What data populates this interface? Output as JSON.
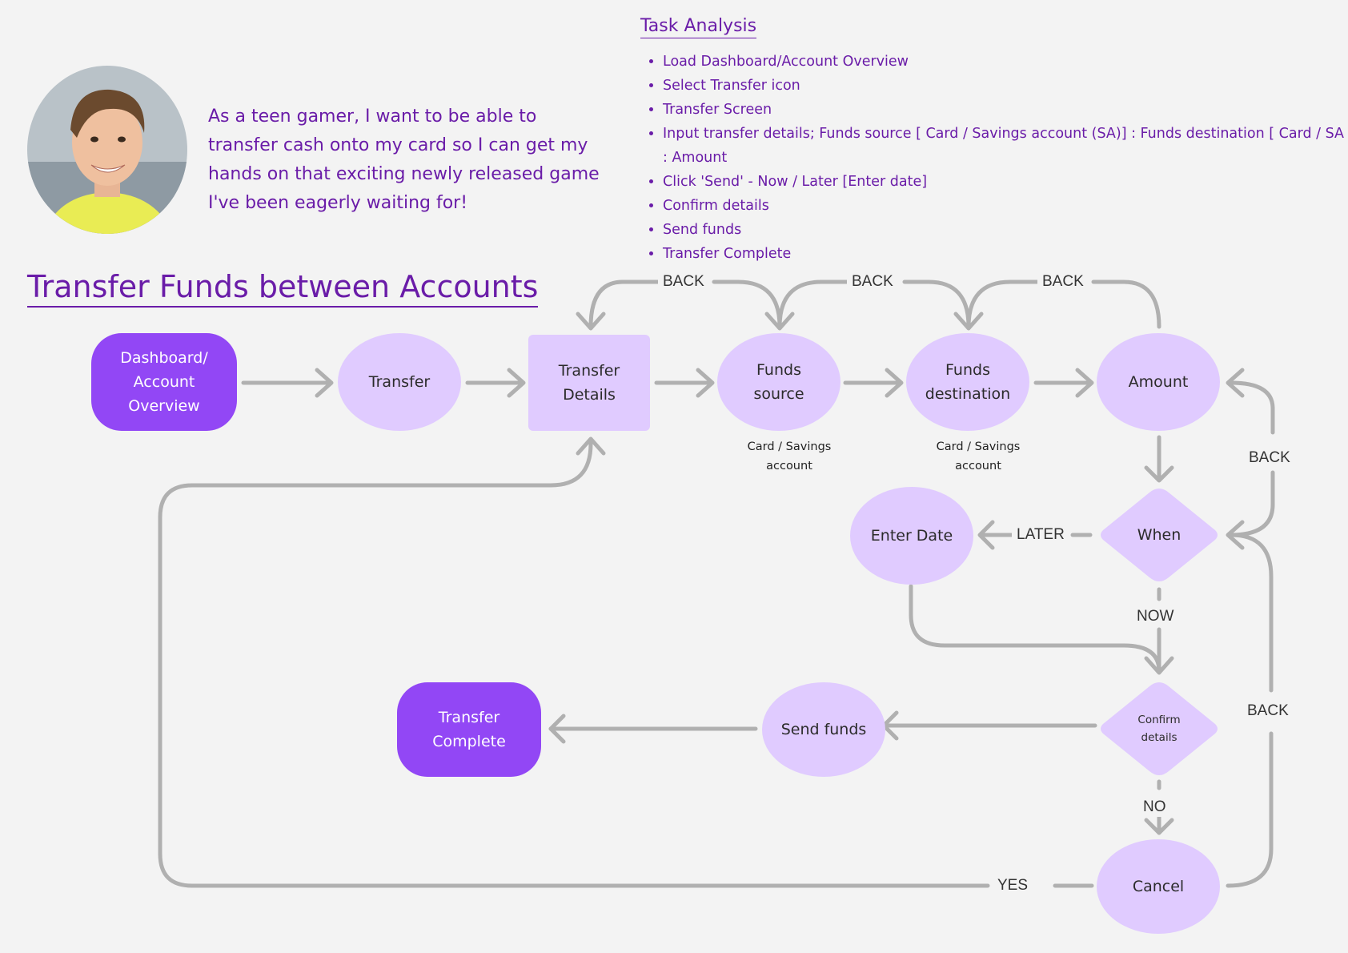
{
  "story": {
    "text": "As a teen gamer, I want to be able to transfer cash onto my card so I can get my hands on that exciting newly released game I've been eagerly waiting for!"
  },
  "task_analysis": {
    "title": "Task Analysis",
    "items": [
      "Load Dashboard/Account Overview",
      "Select Transfer icon",
      "Transfer Screen",
      "Input transfer details; Funds source [ Card / Savings account (SA)] : Funds destination [ Card / SA ] : Amount",
      "Click 'Send' - Now / Later [Enter date]",
      "Confirm details",
      "Send funds",
      "Transfer Complete"
    ]
  },
  "title": "Transfer Funds between Accounts",
  "flow": {
    "nodes": {
      "dashboard": "Dashboard/ Account Overview",
      "transfer": "Transfer",
      "transfer_details": "Transfer Details",
      "funds_source": "Funds source",
      "funds_destination": "Funds destination",
      "amount": "Amount",
      "when": "When",
      "enter_date": "Enter Date",
      "confirm_details": "Confirm details",
      "send_funds": "Send funds",
      "transfer_complete": "Transfer Complete",
      "cancel": "Cancel"
    },
    "sublabels": {
      "funds_source": "Card / Savings account",
      "funds_destination": "Card / Savings account"
    },
    "edge_labels": {
      "back1": "BACK",
      "back2": "BACK",
      "back3": "BACK",
      "back_amount": "BACK",
      "back_cancel": "BACK",
      "later": "LATER",
      "now": "NOW",
      "no": "NO",
      "yes": "YES"
    }
  },
  "colors": {
    "dark_node": "#9247f5",
    "light_node": "#e0cbff",
    "connector": "#b0b0b0",
    "text_purple": "#6a1ca8"
  }
}
